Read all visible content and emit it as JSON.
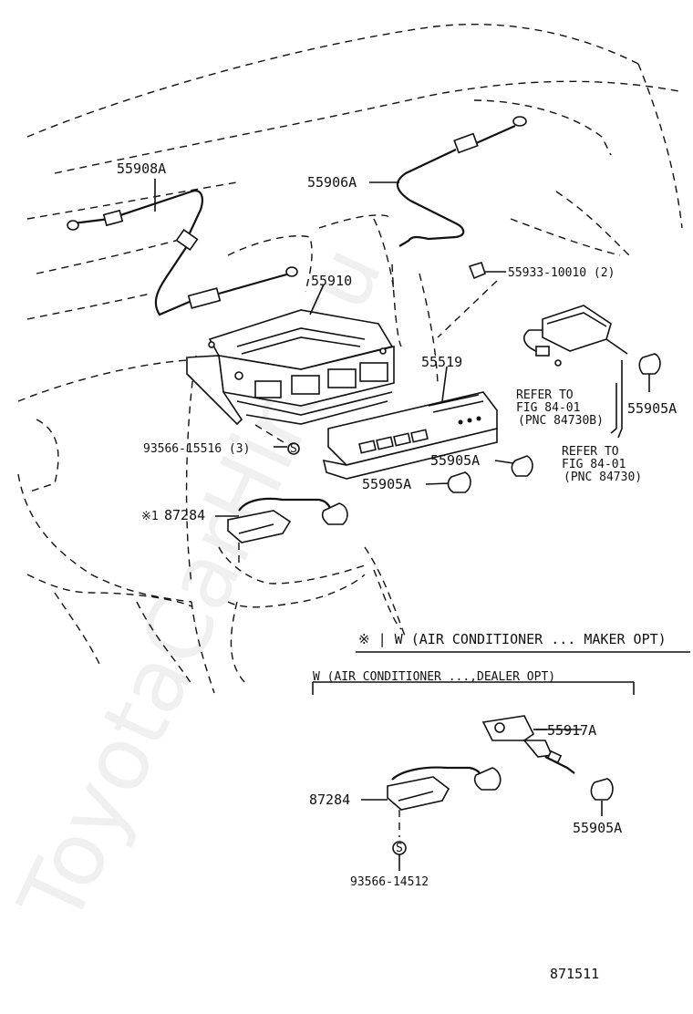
{
  "watermark": "ToyotaCarHire.ru",
  "labels": {
    "p55908a": "55908A",
    "p55906a": "55906A",
    "p55910": "55910",
    "p55933": "55933-10010 (2)",
    "p55519": "55519",
    "refer1_l1": "REFER TO",
    "refer1_l2": "FIG 84-01",
    "refer1_l3": "(PNC 84730B)",
    "p55905a_right": "55905A",
    "refer2_l1": "REFER TO",
    "refer2_l2": "FIG 84-01",
    "refer2_l3": "(PNC 84730)",
    "p93566_15516": "93566-15516 (3)",
    "p55905a_mid": "55905A",
    "p55905a_left": "55905A",
    "p87284_top": "87284",
    "p87284_top_mark": "※1",
    "maker_opt": "※ | W (AIR CONDITIONER ... MAKER OPT)",
    "dealer_opt": "W (AIR CONDITIONER ...,DEALER OPT)",
    "p55917a": "55917A",
    "p87284_bot": "87284",
    "p55905a_bot": "55905A",
    "p93566_14512": "93566-14512",
    "screw_symbol": "S",
    "diagram_number": "871511"
  }
}
